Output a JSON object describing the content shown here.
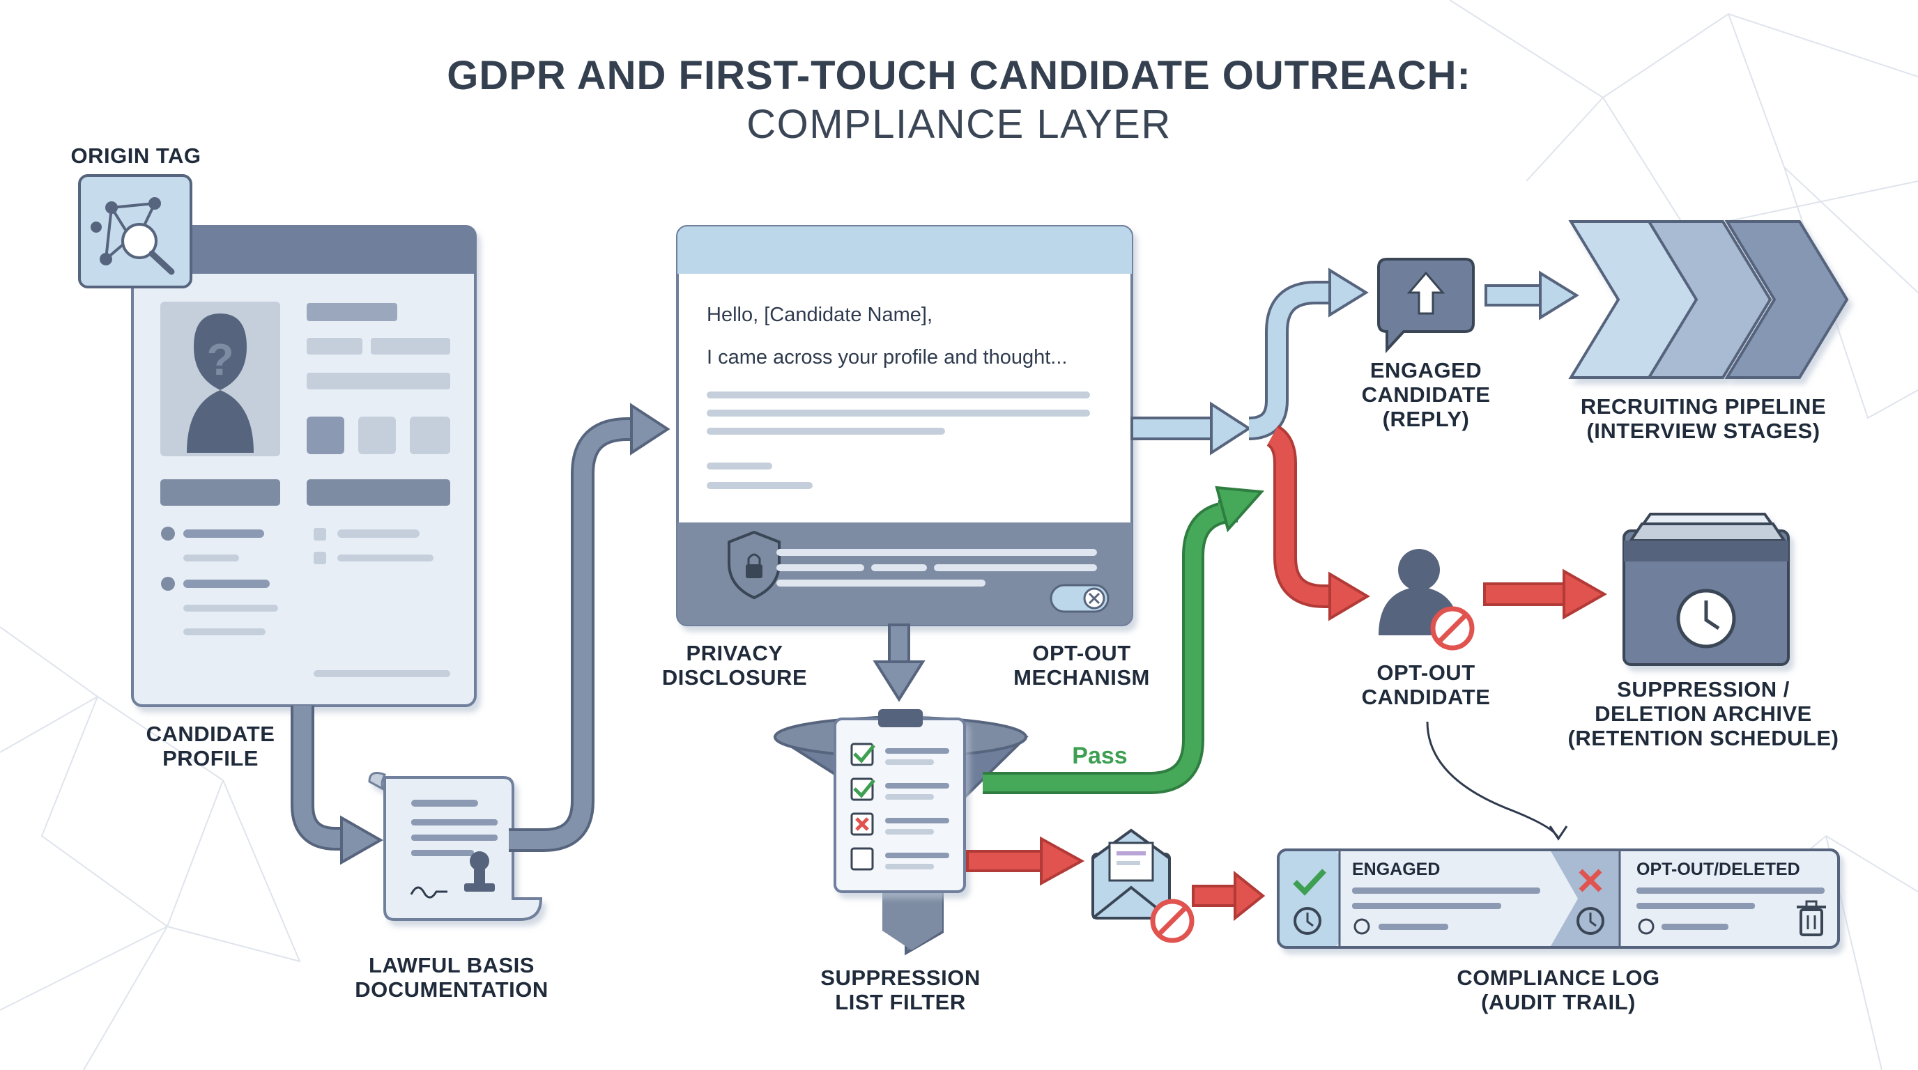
{
  "title": {
    "line1": "GDPR AND FIRST-TOUCH CANDIDATE OUTREACH:",
    "line2": "COMPLIANCE LAYER"
  },
  "labels": {
    "origin_tag": "ORIGIN TAG",
    "candidate_profile": [
      "CANDIDATE",
      "PROFILE"
    ],
    "lawful_basis": [
      "LAWFUL BASIS",
      "DOCUMENTATION"
    ],
    "privacy_disclosure": [
      "PRIVACY",
      "DISCLOSURE"
    ],
    "opt_out_mechanism": [
      "OPT-OUT",
      "MECHANISM"
    ],
    "suppression_filter": [
      "SUPPRESSION",
      "LIST FILTER"
    ],
    "engaged_candidate": [
      "ENGAGED",
      "CANDIDATE",
      "(REPLY)"
    ],
    "recruiting_pipeline": [
      "RECRUITING PIPELINE",
      "(INTERVIEW STAGES)"
    ],
    "opt_out_candidate": [
      "OPT-OUT",
      "CANDIDATE"
    ],
    "suppression_archive": [
      "SUPPRESSION /",
      "DELETION ARCHIVE",
      "(RETENTION SCHEDULE)"
    ],
    "compliance_log": [
      "COMPLIANCE LOG",
      "(AUDIT TRAIL)"
    ],
    "pass": "Pass"
  },
  "email": {
    "greeting": "Hello, [Candidate Name],",
    "line1": "I came across your profile and thought..."
  },
  "profile": {
    "placeholder_glyph": "?"
  },
  "log": {
    "engaged": "ENGAGED",
    "opt_out_deleted": "OPT-OUT/DELETED"
  },
  "colors": {
    "slate": "#6f7f9b",
    "slate_dark": "#56647d",
    "light_blue": "#bcd6ea",
    "green": "#3e9f52",
    "red": "#e0534f"
  }
}
